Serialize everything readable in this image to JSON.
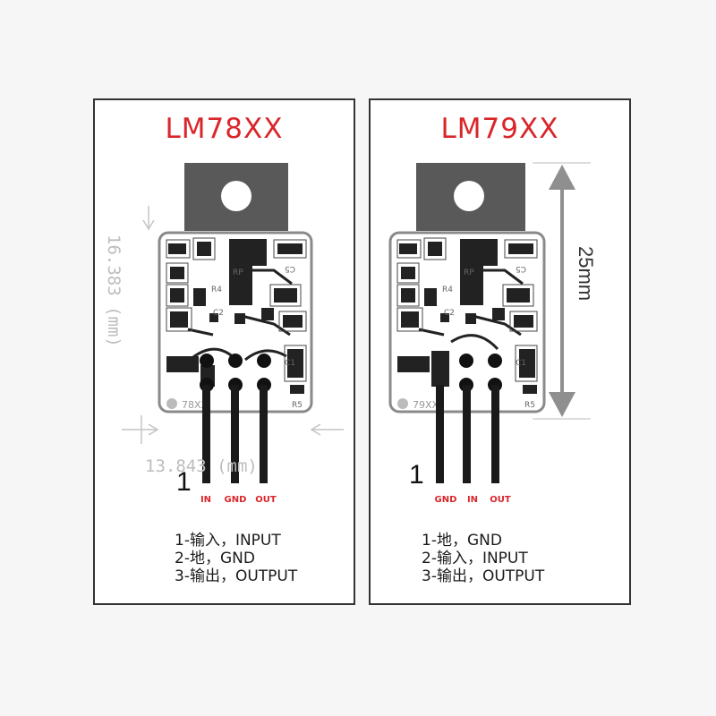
{
  "panels": [
    {
      "title": "LM78XX",
      "pin_number_mark": "1",
      "pins": [
        "IN",
        "GND",
        "OUT"
      ],
      "board_marking": "78XX",
      "height_dimension": "16.383 (mm)",
      "width_dimension": "13.843 (mm)",
      "descriptions": [
        "1-输入，INPUT",
        "2-地，GND",
        "3-输出，OUTPUT"
      ]
    },
    {
      "title": "LM79XX",
      "pin_number_mark": "1",
      "pins": [
        "GND",
        "IN",
        "OUT"
      ],
      "board_marking": "79XX",
      "height_dimension": "25mm",
      "descriptions": [
        "1-地，GND",
        "2-输入，INPUT",
        "3-输出，OUTPUT"
      ]
    }
  ],
  "components": {
    "rp": "RP",
    "c5": "C5",
    "r4": "R4",
    "c2": "C2",
    "c1": "C1",
    "r5": "R5"
  },
  "colors": {
    "title": "#d9262b",
    "pin_labels": "#d9262b",
    "dimension": "#bdbdbd",
    "arrow": "#8f8f8f"
  }
}
